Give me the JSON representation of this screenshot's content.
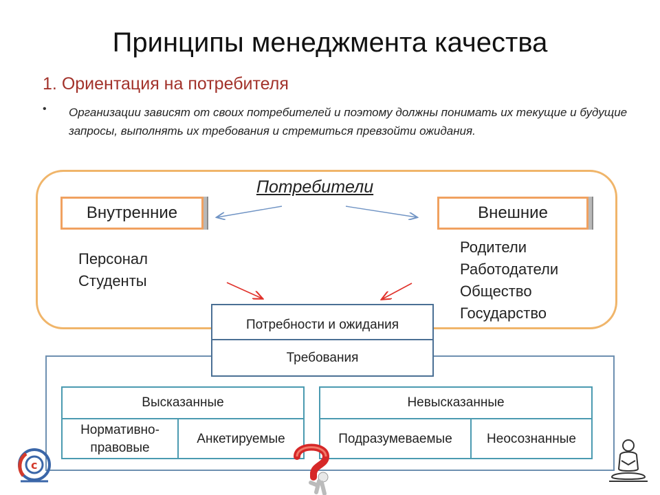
{
  "title": "Принципы менеджмента качества",
  "principle": {
    "number": "1.",
    "name": "Ориентация на потребителя",
    "bullet": "•",
    "description": "Организации зависят от своих потребителей и поэтому должны понимать их текущие и будущие запросы, выполнять их требования и стремиться превзойти ожидания."
  },
  "consumers": {
    "label": "Потребители",
    "internal": {
      "label": "Внутренние",
      "items": [
        "Персонал",
        "Студенты"
      ]
    },
    "external": {
      "label": "Внешние",
      "items": [
        "Родители",
        "Работодатели",
        "Общество",
        "Государство"
      ]
    }
  },
  "center": {
    "needs": "Потребности и ожидания",
    "requirements": "Требования"
  },
  "categories": {
    "stated": {
      "label": "Высказанные",
      "items": [
        "Нормативно-правовые",
        "Анкетируемые"
      ]
    },
    "unstated": {
      "label": "Невысказанные",
      "items": [
        "Подразумеваемые",
        "Неосознанные"
      ]
    }
  },
  "colors": {
    "subtitle": "#a2322a",
    "orange_border": "#f0b56a",
    "blue_border": "#4a6f94",
    "arrow_blue": "#6f93c4",
    "arrow_red": "#e0312a"
  },
  "icons": [
    "logo-icon",
    "question-figure-icon",
    "thinker-figure-icon"
  ]
}
